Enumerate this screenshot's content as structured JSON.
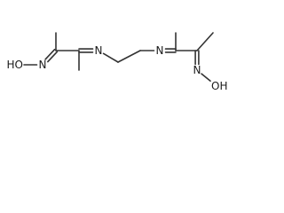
{
  "molecule": {
    "atoms": [
      {
        "id": "oh-left",
        "symbol": "HO"
      },
      {
        "id": "n-oxime-left",
        "symbol": "N"
      },
      {
        "id": "c-left-oxime",
        "symbol": "C"
      },
      {
        "id": "me-left-top",
        "symbol": "C"
      },
      {
        "id": "c-left-imine",
        "symbol": "C"
      },
      {
        "id": "me-left-bottom",
        "symbol": "C"
      },
      {
        "id": "n-imine-left",
        "symbol": "N"
      },
      {
        "id": "ch2-left",
        "symbol": "C"
      },
      {
        "id": "ch2-right",
        "symbol": "C"
      },
      {
        "id": "n-imine-right",
        "symbol": "N"
      },
      {
        "id": "c-right-imine",
        "symbol": "C"
      },
      {
        "id": "me-right-top",
        "symbol": "C"
      },
      {
        "id": "c-right-oxime",
        "symbol": "C"
      },
      {
        "id": "me-right-right",
        "symbol": "C"
      },
      {
        "id": "n-oxime-right",
        "symbol": "N"
      },
      {
        "id": "oh-right",
        "symbol": "OH"
      }
    ],
    "bonds": [
      {
        "a": "oh-left",
        "b": "n-oxime-left",
        "order": 1
      },
      {
        "a": "n-oxime-left",
        "b": "c-left-oxime",
        "order": 2
      },
      {
        "a": "c-left-oxime",
        "b": "me-left-top",
        "order": 1
      },
      {
        "a": "c-left-oxime",
        "b": "c-left-imine",
        "order": 1
      },
      {
        "a": "c-left-imine",
        "b": "me-left-bottom",
        "order": 1
      },
      {
        "a": "c-left-imine",
        "b": "n-imine-left",
        "order": 2
      },
      {
        "a": "n-imine-left",
        "b": "ch2-left",
        "order": 1
      },
      {
        "a": "ch2-left",
        "b": "ch2-right",
        "order": 1
      },
      {
        "a": "ch2-right",
        "b": "n-imine-right",
        "order": 1
      },
      {
        "a": "n-imine-right",
        "b": "c-right-imine",
        "order": 2
      },
      {
        "a": "c-right-imine",
        "b": "me-right-top",
        "order": 1
      },
      {
        "a": "c-right-imine",
        "b": "c-right-oxime",
        "order": 1
      },
      {
        "a": "c-right-oxime",
        "b": "me-right-right",
        "order": 1
      },
      {
        "a": "c-right-oxime",
        "b": "n-oxime-right",
        "order": 2
      },
      {
        "a": "n-oxime-right",
        "b": "oh-right",
        "order": 1
      }
    ]
  }
}
